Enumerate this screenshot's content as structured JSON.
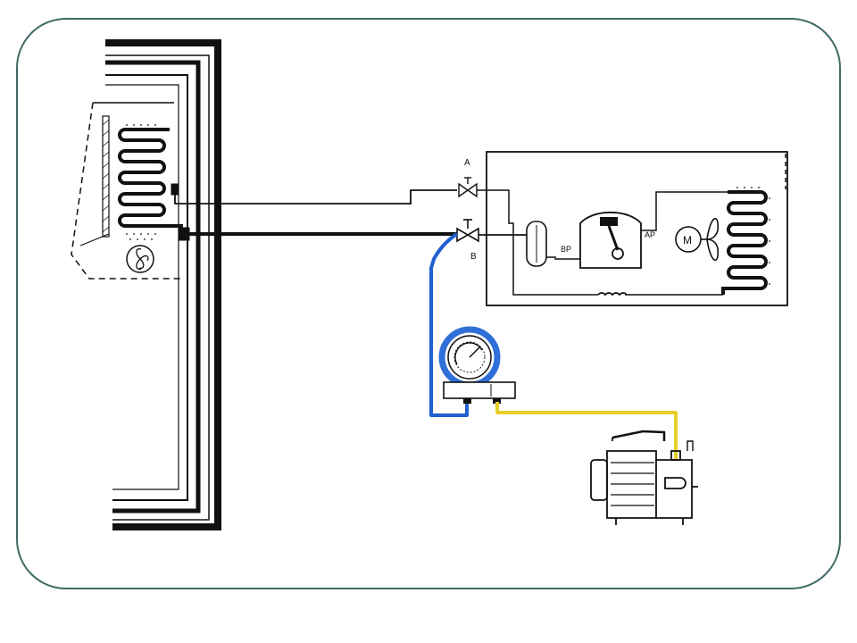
{
  "diagram": {
    "labels": {
      "valve_a": "A",
      "valve_b": "B",
      "low_pressure": "BP",
      "high_pressure": "AP",
      "motor": "M"
    },
    "colors": {
      "frame": "#3f6b66",
      "line": "#111111",
      "blue_hose": "#1f5fd0",
      "yellow_hose": "#e7cf2b",
      "gauge_ring": "#2f6fd8"
    }
  }
}
